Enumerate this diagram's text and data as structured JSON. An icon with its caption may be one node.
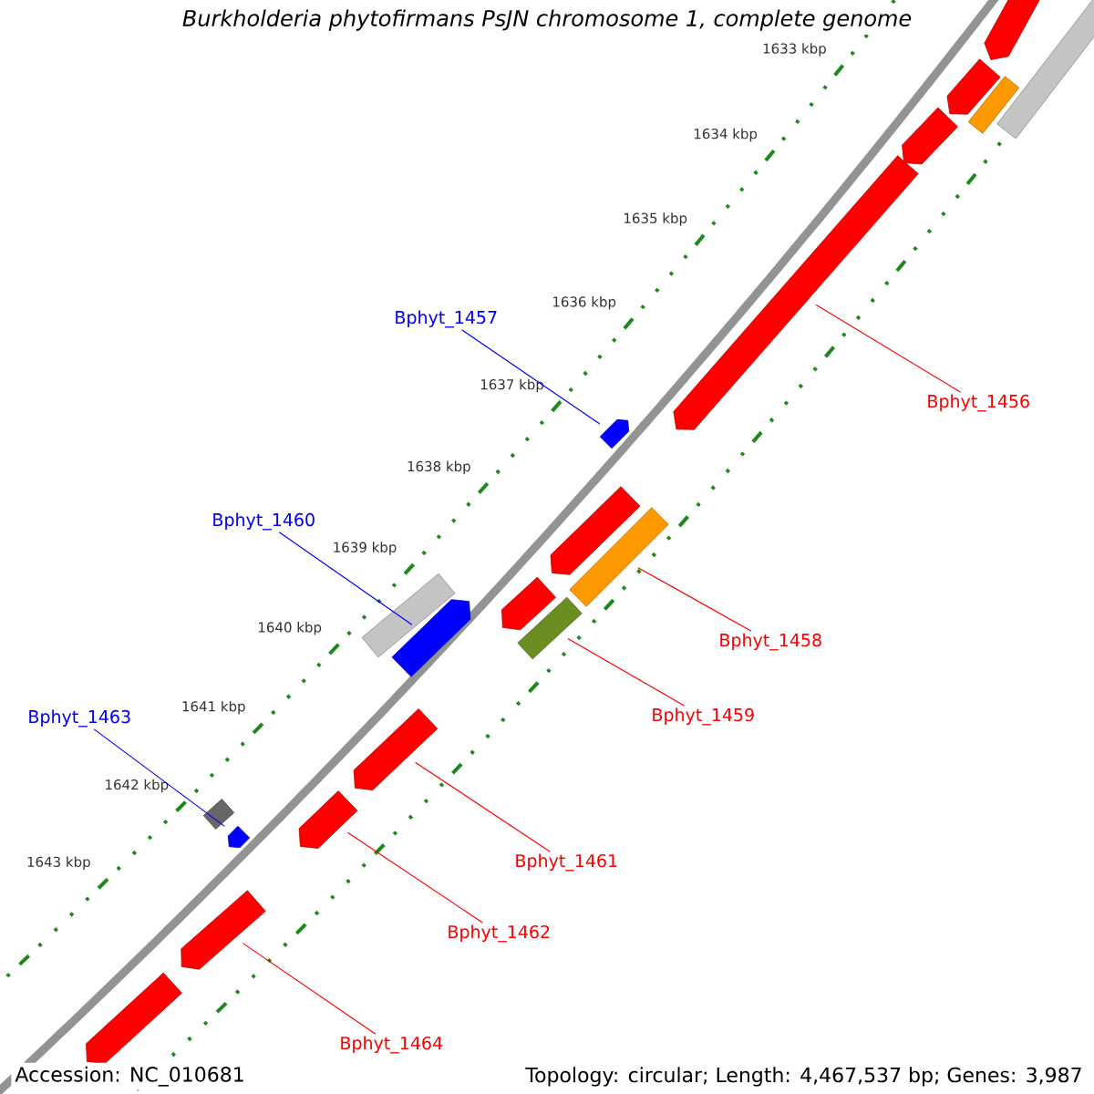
{
  "diagram": {
    "title": "Burkholderia phytofirmans PsJN chromosome 1, complete genome",
    "nodes": [
      {
        "text": [
          "Bphyt_1457"
        ]
      },
      {
        "text": [],
        "shape": "arrow"
      },
      {
        "text": [
          "Bphyt_1456"
        ]
      },
      {
        "text": [],
        "shape": "arrow"
      },
      {
        "text": [
          "Bphyt_1460"
        ]
      },
      {
        "text": [],
        "shape": "arrow"
      },
      {
        "text": [
          "Bphyt_1458"
        ]
      },
      {
        "text": [],
        "shape": "bar"
      },
      {
        "text": [
          "Bphyt_1459"
        ]
      },
      {
        "text": [],
        "shape": "bar"
      },
      {
        "text": [
          "Bphyt_1463"
        ]
      },
      {
        "text": [],
        "shape": "arrow"
      },
      {
        "text": [
          "Bphyt_1461"
        ]
      },
      {
        "text": [],
        "shape": "arrow"
      },
      {
        "text": [
          "Bphyt_1462"
        ]
      },
      {
        "text": [],
        "shape": "arrow"
      },
      {
        "text": [
          "Bphyt_1464"
        ]
      },
      {
        "text": [],
        "shape": "arrow"
      },
      {
        "text": [],
        "shape": "bar"
      },
      {
        "text": [],
        "shape": "arrow"
      },
      {
        "text": [],
        "shape": "bar"
      },
      {
        "text": [],
        "shape": "arrow"
      },
      {
        "text": [],
        "shape": "arrow"
      },
      {
        "text": [],
        "shape": "arrow"
      },
      {
        "text": [],
        "shape": "arrow"
      },
      {
        "text": [],
        "shape": "bar"
      },
      {
        "text": [],
        "shape": "bar"
      },
      {
        "text": [],
        "shape": "arrow"
      }
    ],
    "edges": [
      {
        "from": 0,
        "to": 1,
        "arrow": "none",
        "color": "#0000ff"
      },
      {
        "from": 2,
        "to": 3,
        "arrow": "none"
      },
      {
        "from": 4,
        "to": 5,
        "arrow": "none",
        "color": "#0000ff"
      },
      {
        "from": 6,
        "to": 7,
        "arrow": "none"
      },
      {
        "from": 8,
        "to": 9,
        "arrow": "none"
      },
      {
        "from": 10,
        "to": 11,
        "arrow": "none",
        "color": "#0000ff"
      },
      {
        "from": 12,
        "to": 13,
        "arrow": "none"
      },
      {
        "from": 14,
        "to": 15,
        "arrow": "none"
      },
      {
        "from": 16,
        "to": 17,
        "arrow": "none"
      }
    ],
    "labels": [
      "1633 kbp",
      "1634 kbp",
      "1635 kbp",
      "1636 kbp",
      "1637 kbp",
      "1638 kbp",
      "1639 kbp",
      "1640 kbp",
      "1641 kbp",
      "1642 kbp",
      "1643 kbp",
      "Accession: NC_010681",
      "Topology: circular; Length: 4,467,537 bp; Genes: 3,987"
    ]
  }
}
